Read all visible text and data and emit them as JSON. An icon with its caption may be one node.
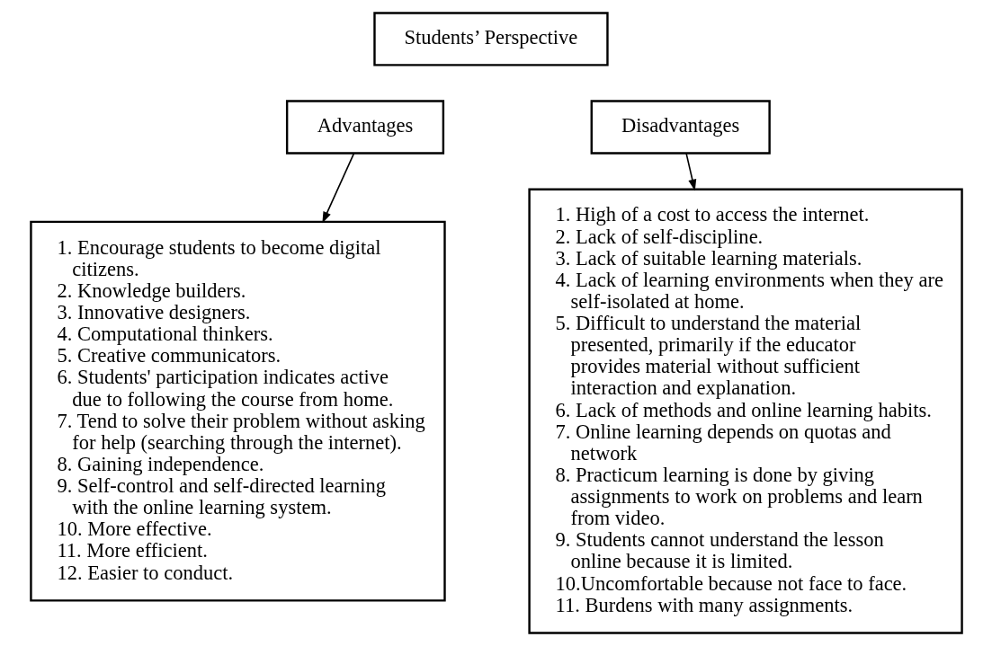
{
  "diagram": {
    "nodes": [
      {
        "text": [
          "Students’ Perspective"
        ]
      },
      {
        "text": [
          "Advantages"
        ]
      },
      {
        "text": [
          "Disadvantages"
        ]
      },
      {
        "text": [
          "1. Encourage students to become digital citizens.",
          "2. Knowledge builders.",
          "3. Innovative designers.",
          "4. Computational thinkers.",
          "5. Creative communicators.",
          "6. Students' participation indicates active due to following the course from home.",
          "7. Tend to solve their problem without asking for help (searching through the internet).",
          "8. Gaining independence.",
          "9. Self-control and self-directed learning with the online learning system.",
          "10. More effective.",
          "11. More efficient.",
          "12. Easier to conduct."
        ]
      },
      {
        "text": [
          "1. High of a cost to access the internet.",
          "2. Lack of self-discipline.",
          "3. Lack of suitable learning materials.",
          "4. Lack of learning environments when they are self-isolated at home.",
          "5. Difficult to understand the material presented, primarily if the educator provides material without sufficient interaction and explanation.",
          "6. Lack of methods and online learning habits.",
          "7. Online learning depends on quotas and network",
          "8. Practicum learning is done by giving assignments to work on problems and learn from video.",
          "9. Students cannot understand the lesson online because it is limited.",
          "10.Uncomfortable because not face to face.",
          "11. Burdens with many assignments."
        ]
      }
    ],
    "edges": [
      {
        "from": 1,
        "to": 3,
        "arrow": "to"
      },
      {
        "from": 2,
        "to": 4,
        "arrow": "to"
      }
    ]
  }
}
